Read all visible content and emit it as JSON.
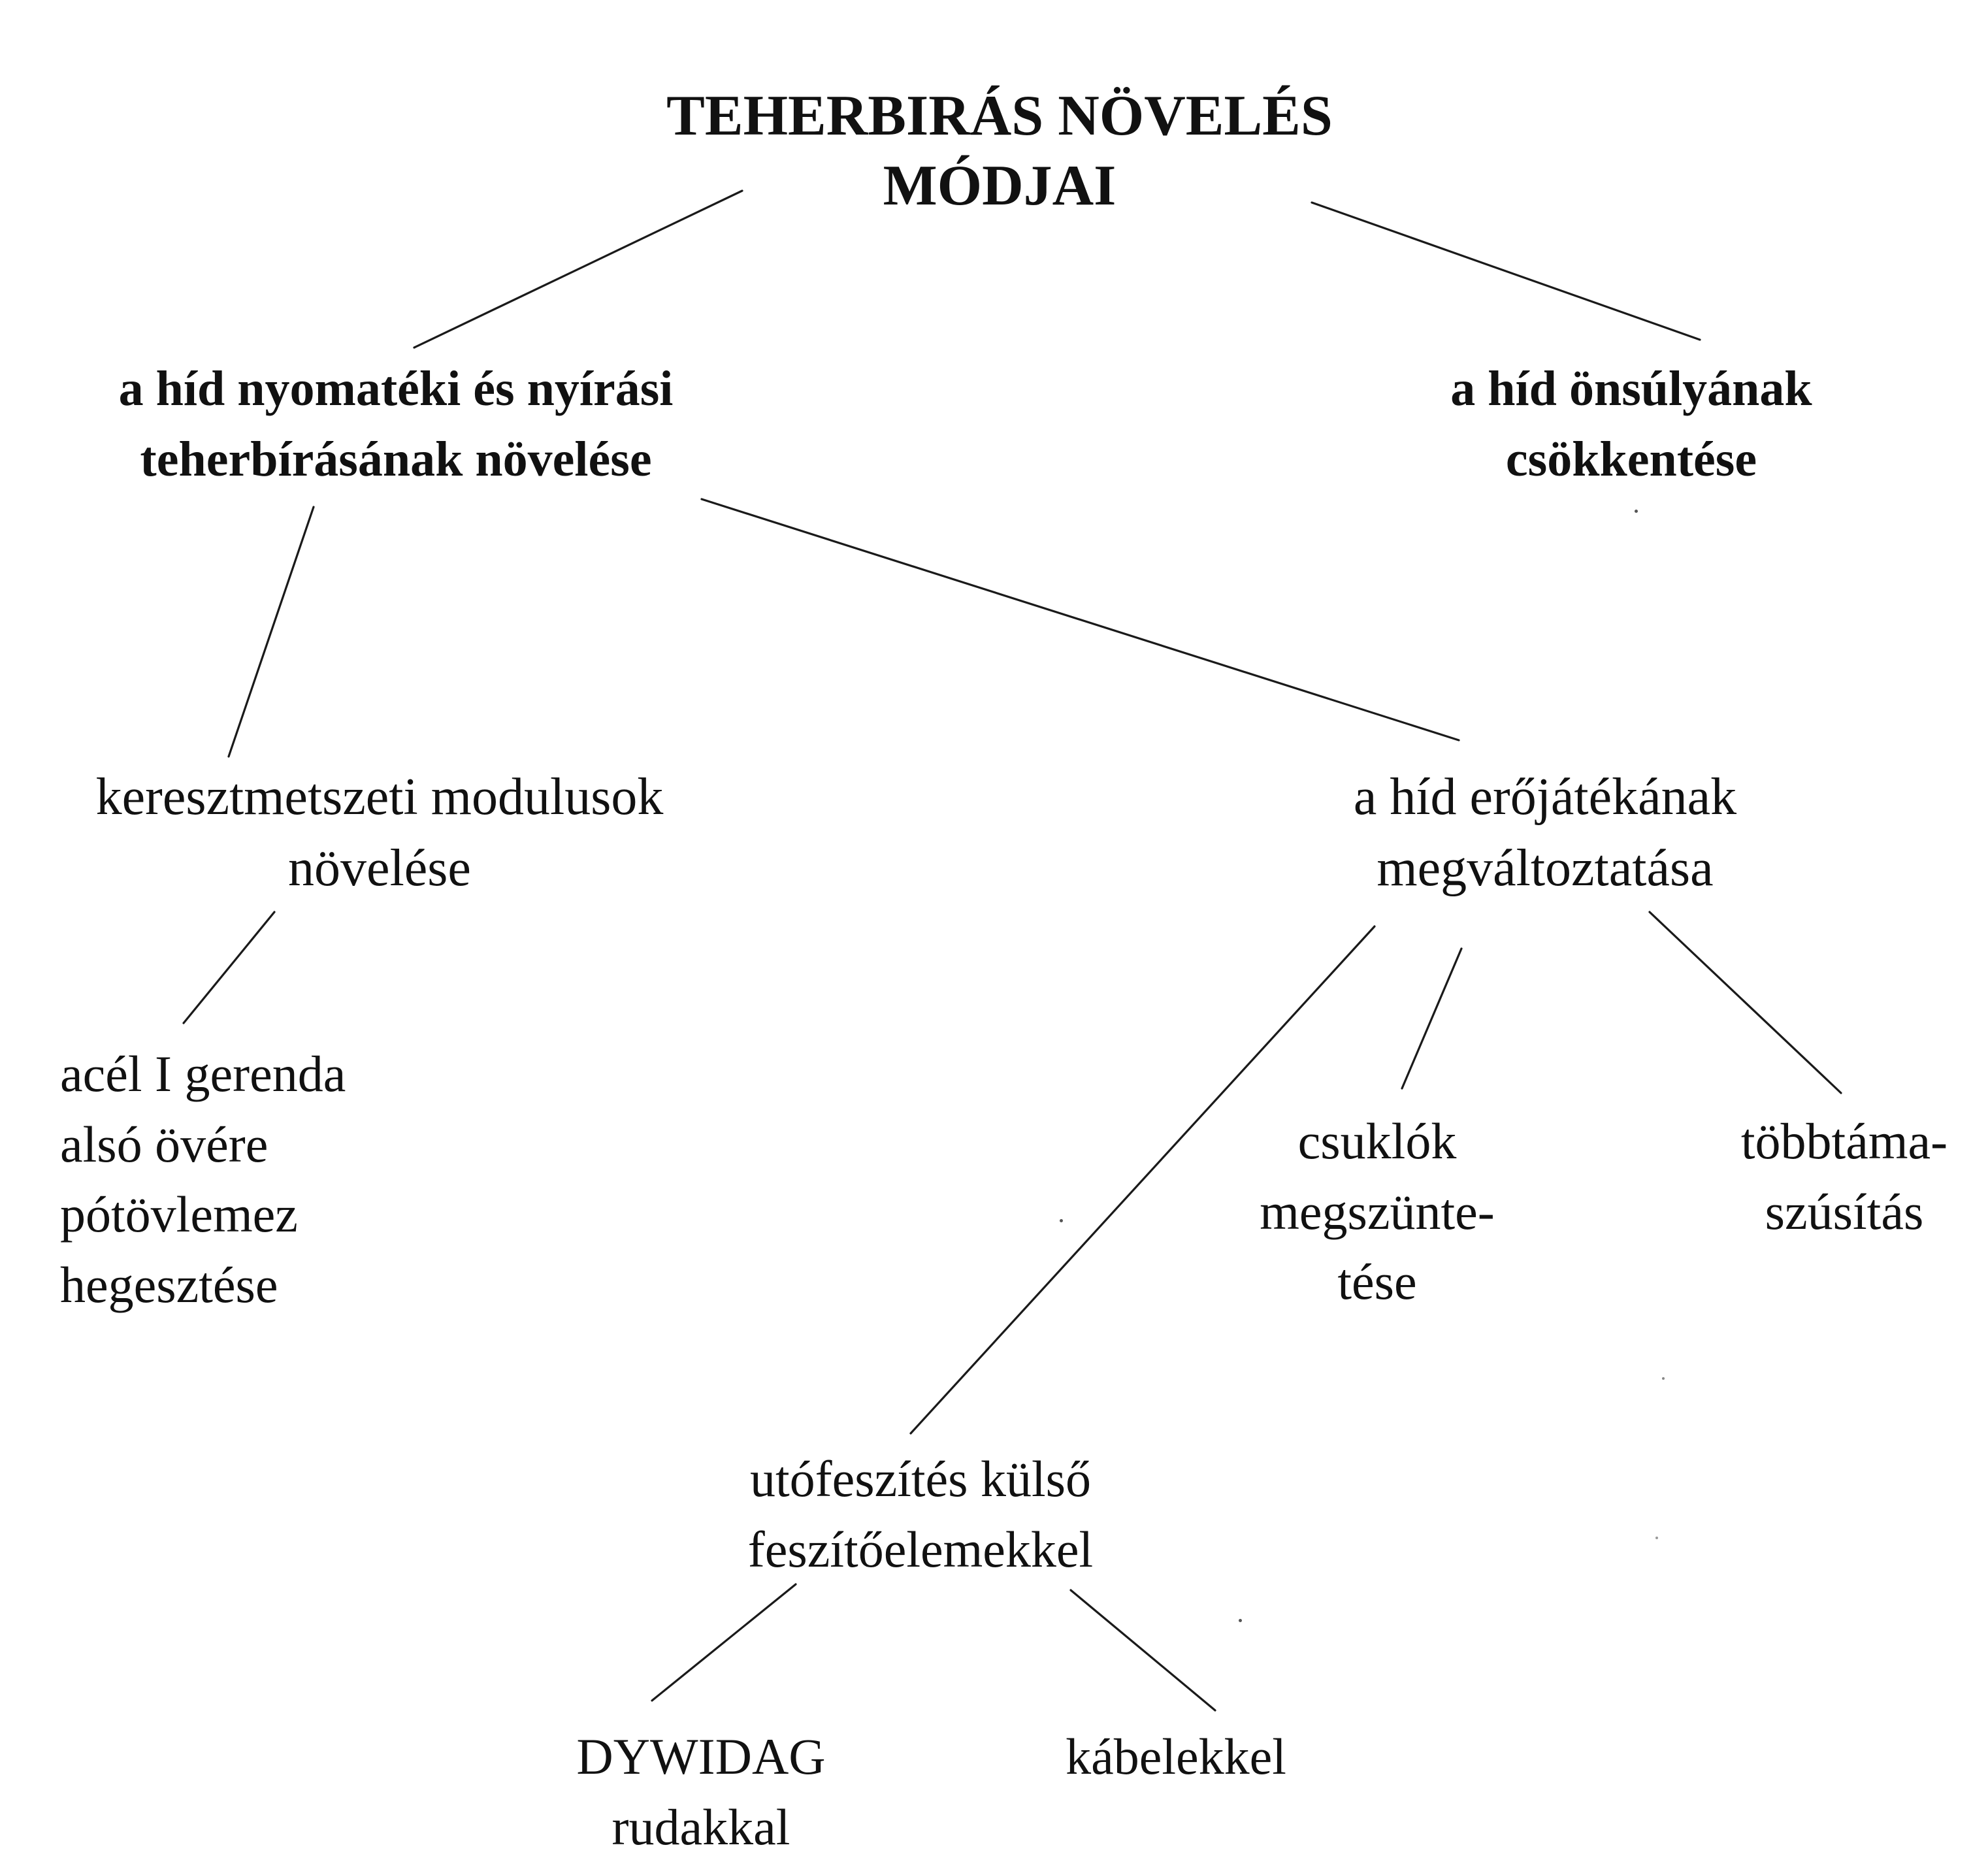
{
  "diagram": {
    "title": {
      "line1": "TEHERBIRÁS  NÖVELÉS",
      "line2": "MÓDJAI"
    },
    "nodes": {
      "moment_shear": {
        "line1": "a  híd nyomatéki és nyírási",
        "line2": "teherbírásának növelése"
      },
      "self_weight": {
        "line1": "a híd önsúlyának",
        "line2": "csökkentése"
      },
      "section_modulus": {
        "line1": "keresztmetszeti modulusok",
        "line2": "növelése"
      },
      "force_flow": {
        "line1": "a híd erőjátékának",
        "line2": "megváltoztatása"
      },
      "steel_beam": {
        "line1": "acél I gerenda",
        "line2": "alsó övére",
        "line3": "pótövlemez",
        "line4": "hegesztése"
      },
      "hinges": {
        "line1": "csuklók",
        "line2": "megszünte-",
        "line3": "tése"
      },
      "multi_support": {
        "line1": "többtáma-",
        "line2": "szúsítás"
      },
      "prestress": {
        "line1": "utófeszítés külső",
        "line2": "feszítőelemekkel"
      },
      "dywidag": {
        "line1": "DYWIDAG",
        "line2": "rudakkal"
      },
      "cables": {
        "line1": "kábelekkel"
      }
    }
  }
}
